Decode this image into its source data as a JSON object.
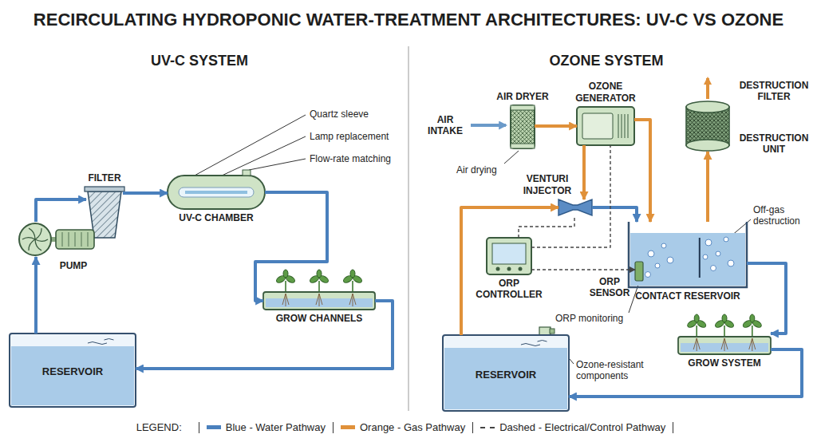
{
  "diagram": {
    "title": "RECIRCULATING HYDROPONIC WATER-TREATMENT ARCHITECTURES: UV-C VS OZONE",
    "nodes": [
      {
        "text": [
          "FILTER"
        ]
      },
      {
        "text": [
          "UV-C CHAMBER"
        ]
      },
      {
        "text": [
          "PUMP"
        ]
      },
      {
        "text": [
          "GROW CHANNELS"
        ]
      },
      {
        "text": [
          "RESERVOIR"
        ]
      },
      {
        "text": [
          "AIR DRYER"
        ]
      },
      {
        "text": [
          "OZONE GENERATOR"
        ]
      },
      {
        "text": [
          "DESTRUCTION UNIT"
        ]
      },
      {
        "text": [
          "VENTURI INJECTOR"
        ]
      },
      {
        "text": [
          "ORP CONTROLLER"
        ]
      },
      {
        "text": [
          "CONTACT RESERVOIR"
        ]
      },
      {
        "text": [
          "ORP SENSOR"
        ],
        "in": 10
      },
      {
        "text": [
          "RESERVOIR"
        ]
      },
      {
        "text": [
          "GROW SYSTEM"
        ]
      }
    ],
    "edges": [
      {
        "from": 4,
        "to": 2,
        "arrow": "to"
      },
      {
        "from": 2,
        "to": 0,
        "arrow": "to"
      },
      {
        "from": 0,
        "to": 1,
        "arrow": "to"
      },
      {
        "from": 1,
        "to": 3,
        "arrow": "to"
      },
      {
        "from": 3,
        "to": 4,
        "arrow": "to"
      },
      {
        "from": 5,
        "to": 6,
        "arrow": "to"
      },
      {
        "from": 6,
        "to": 8,
        "arrow": "to"
      },
      {
        "from": 6,
        "to": 10,
        "arrow": "to"
      },
      {
        "from": 12,
        "to": 8,
        "arrow": "to"
      },
      {
        "from": 8,
        "to": 10,
        "arrow": "to"
      },
      {
        "from": 10,
        "to": 7,
        "arrow": "to"
      },
      {
        "from": 10,
        "to": 13,
        "arrow": "to"
      },
      {
        "from": 13,
        "to": 12,
        "arrow": "to"
      },
      {
        "from": 9,
        "to": 6,
        "arrow": "none"
      },
      {
        "from": 9,
        "to": 8,
        "arrow": "none"
      },
      {
        "from": 9,
        "to": 11,
        "arrow": "to"
      }
    ],
    "labels": [
      "UV-C SYSTEM",
      "Quartz sleeve",
      "Lamp replacement",
      "Flow-rate matching",
      "OZONE SYSTEM",
      "AIR INTAKE",
      "Air drying",
      "DESTRUCTION FILTER",
      "Off-gas destruction",
      "ORP monitoring",
      "Ozone-resistant components",
      "LEGEND:"
    ],
    "legend": [
      {
        "text": "Blue - Water Pathway",
        "color": "#4a80bd"
      },
      {
        "text": "Orange - Gas Pathway",
        "color": "#e0913a"
      },
      {
        "text": "Dashed - Electrical/Control Pathway"
      }
    ]
  }
}
